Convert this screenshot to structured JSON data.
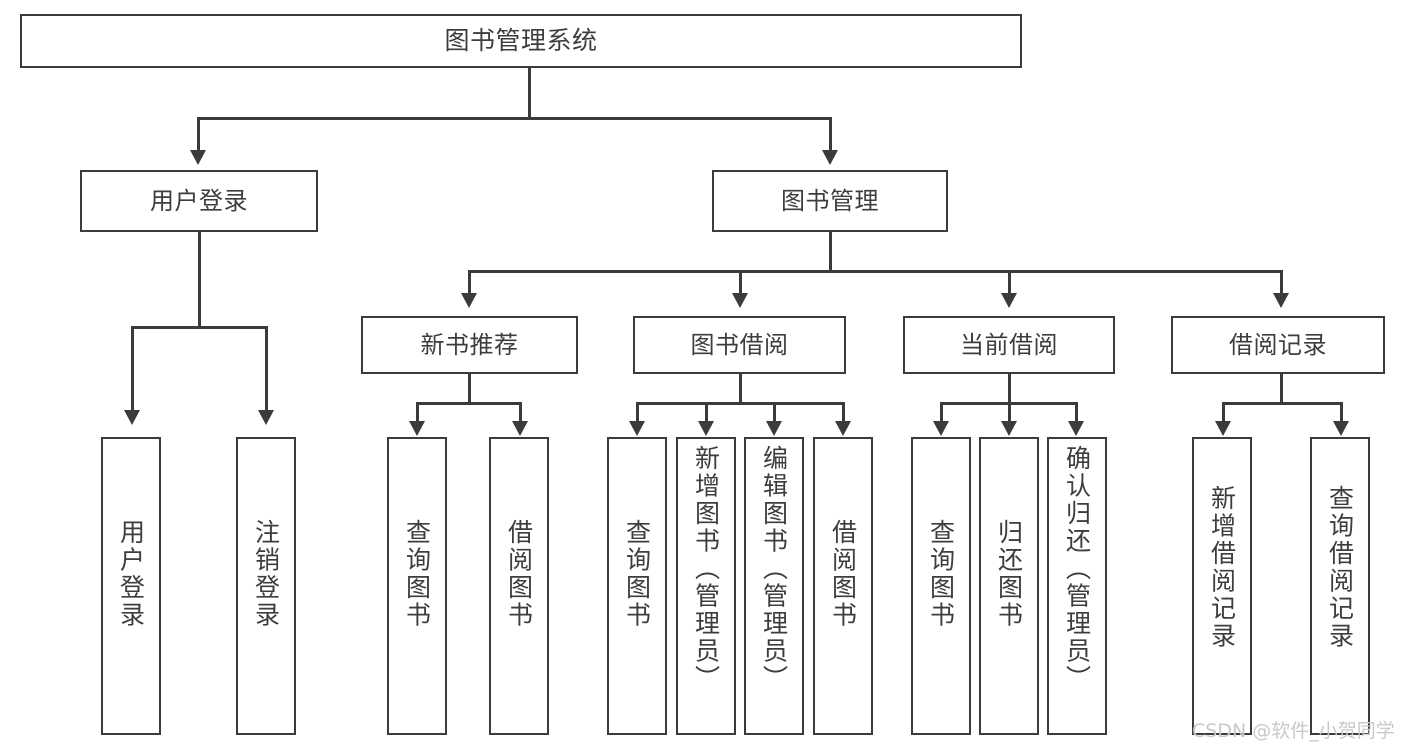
{
  "diagram": {
    "title": "图书管理系统",
    "type": "tree-hierarchy",
    "root": {
      "id": "root",
      "label": "图书管理系统"
    },
    "level2": [
      {
        "id": "user-login",
        "label": "用户登录"
      },
      {
        "id": "book-management",
        "label": "图书管理"
      }
    ],
    "level3": [
      {
        "id": "new-book-recommend",
        "label": "新书推荐"
      },
      {
        "id": "book-borrow",
        "label": "图书借阅"
      },
      {
        "id": "current-borrow",
        "label": "当前借阅"
      },
      {
        "id": "borrow-record",
        "label": "借阅记录"
      }
    ],
    "leaves": {
      "user_login": [
        {
          "id": "leaf-user-login",
          "label": "用户登录"
        },
        {
          "id": "leaf-logout-login",
          "label": "注销登录"
        }
      ],
      "new_book_recommend": [
        {
          "id": "leaf-query-book-1",
          "label": "查询图书"
        },
        {
          "id": "leaf-borrow-book-1",
          "label": "借阅图书"
        }
      ],
      "book_borrow": [
        {
          "id": "leaf-query-book-2",
          "label": "查询图书"
        },
        {
          "id": "leaf-add-book",
          "label": "新增图书（管理员）"
        },
        {
          "id": "leaf-edit-book",
          "label": "编辑图书（管理员）"
        },
        {
          "id": "leaf-borrow-book-2",
          "label": "借阅图书"
        }
      ],
      "current_borrow": [
        {
          "id": "leaf-query-book-3",
          "label": "查询图书"
        },
        {
          "id": "leaf-return-book",
          "label": "归还图书"
        },
        {
          "id": "leaf-confirm-return",
          "label": "确认归还（管理员）"
        }
      ],
      "borrow_record": [
        {
          "id": "leaf-add-record",
          "label": "新增借阅记录"
        },
        {
          "id": "leaf-query-record",
          "label": "查询借阅记录"
        }
      ]
    }
  },
  "watermark": {
    "text": "CSDN @软件_小贺同学"
  },
  "colors": {
    "border": "#3b3b3b",
    "text": "#3d3d3d",
    "background": "#ffffff",
    "watermark": "#c9c9c9"
  }
}
